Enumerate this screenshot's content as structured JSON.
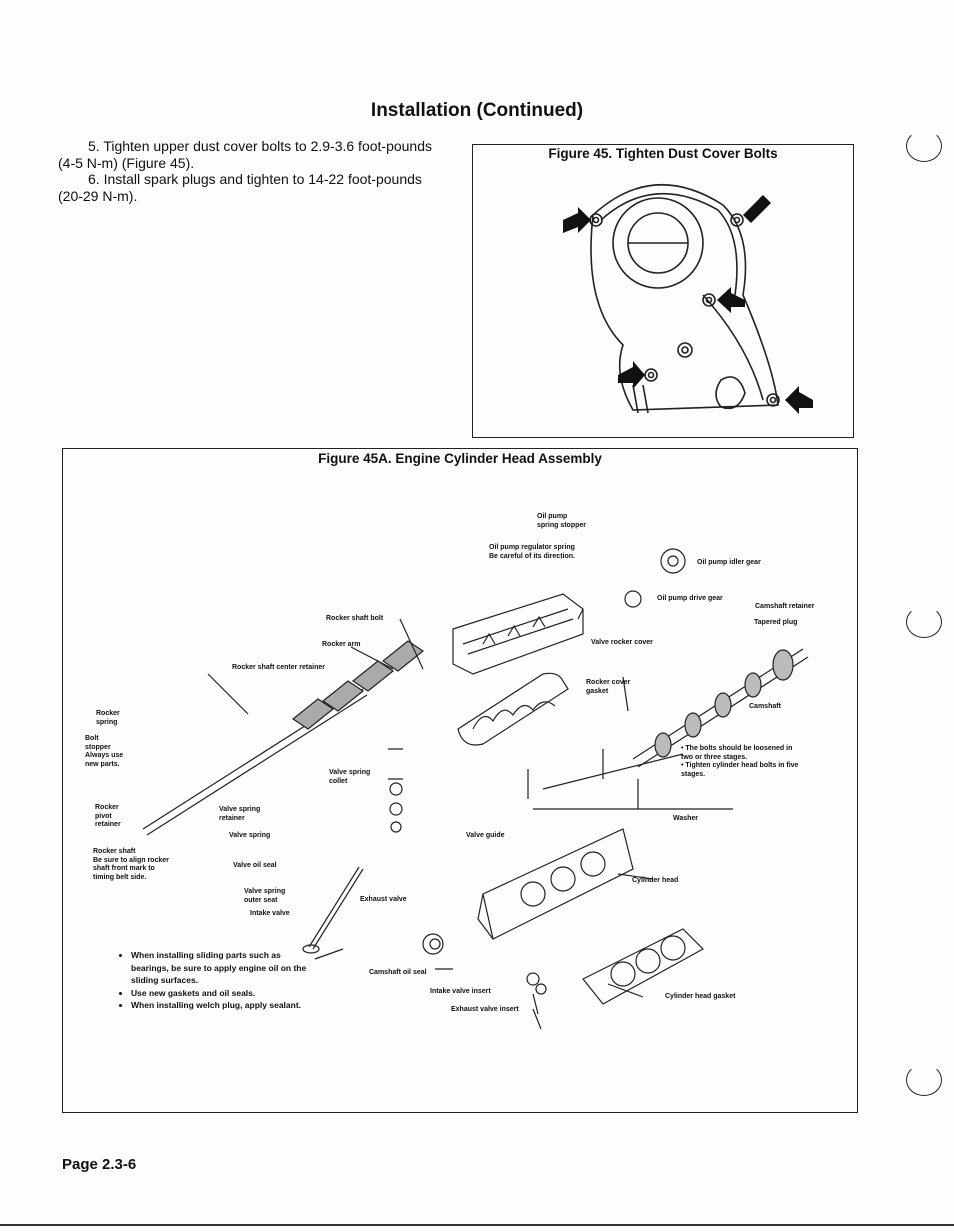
{
  "heading": "Installation (Continued)",
  "steps": [
    "5. Tighten upper dust cover bolts to 2.9-3.6 foot-pounds (4-5 N-m) (Figure 45).",
    "6. Install spark plugs and tighten to 14-22 foot-pounds (20-29 N-m)."
  ],
  "figure45": {
    "caption": "Figure 45. Tighten Dust Cover Bolts"
  },
  "figure45a": {
    "caption": "Figure 45A. Engine Cylinder Head Assembly",
    "labels": {
      "oil_pump_spring_stopper": "Oil pump\nspring stopper",
      "oil_pump_regulator_spring": "Oil pump regulator spring\nBe careful of its direction.",
      "oil_pump_idler_gear": "Oil pump idler gear",
      "oil_pump_drive_gear": "Oil pump drive gear",
      "camshaft_retainer": "Camshaft retainer",
      "tapered_plug": "Tapered plug",
      "rocker_shaft_bolt": "Rocker shaft bolt",
      "rocker_arm": "Rocker arm",
      "valve_rocker_cover": "Valve rocker cover",
      "rocker_shaft_center_retainer": "Rocker shaft center retainer",
      "rocker_cover_gasket": "Rocker cover\ngasket",
      "camshaft": "Camshaft",
      "rocker_spring": "Rocker\nspring",
      "bolt_stopper": "Bolt\nstopper\nAlways use\nnew parts.",
      "bolts_note": "• The bolts should be loosened in\n   two or three stages.\n• Tighten cylinder head bolts in five\n   stages.",
      "valve_spring_collet": "Valve spring\ncollet",
      "rocker_pivot_retainer": "Rocker\npivot\nretainer",
      "valve_spring_retainer": "Valve spring\nretainer",
      "valve_spring": "Valve spring",
      "washer": "Washer",
      "rocker_shaft": "Rocker shaft\nBe sure to align rocker\nshaft front mark to\ntiming belt side.",
      "valve_guide": "Valve guide",
      "valve_oil_seal": "Valve oil seal",
      "cylinder_head": "Cylinder head",
      "valve_spring_outer_seat": "Valve spring\nouter seat",
      "exhaust_valve": "Exhaust valve",
      "intake_valve": "Intake valve",
      "camshaft_oil_seal": "Camshaft oil seal",
      "intake_valve_insert": "Intake valve insert",
      "cylinder_head_gasket": "Cylinder head gasket",
      "exhaust_valve_insert": "Exhaust valve insert"
    },
    "notes": [
      "When installing sliding parts such as bearings, be sure to apply engine oil on the sliding surfaces.",
      "Use new gaskets and oil seals.",
      "When installing welch plug, apply sealant."
    ]
  },
  "page_number": "Page 2.3-6",
  "colors": {
    "ink": "#111111",
    "paper": "#fdfdfb"
  }
}
